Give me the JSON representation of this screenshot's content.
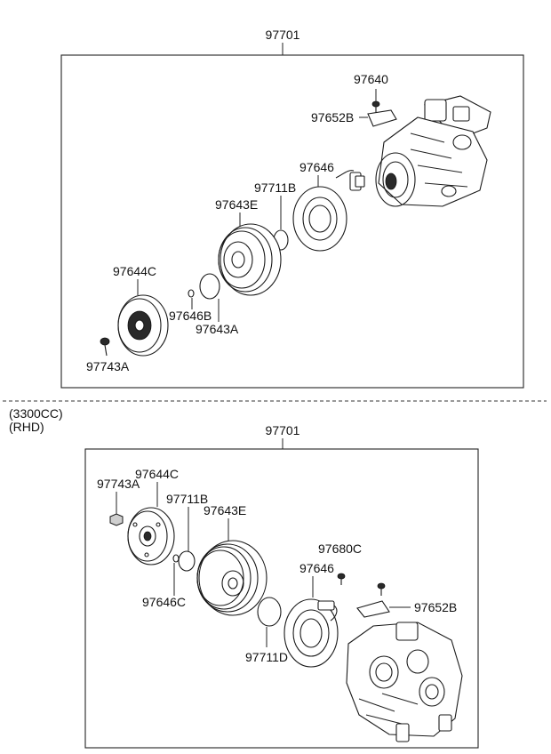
{
  "top_section": {
    "assembly": "97701",
    "labels": {
      "p97640": "97640",
      "p97652B": "97652B",
      "p97646": "97646",
      "p97711B": "97711B",
      "p97643E": "97643E",
      "p97644C": "97644C",
      "p97646B": "97646B",
      "p97643A": "97643A",
      "p97743A": "97743A"
    }
  },
  "bottom_section": {
    "variant_engine": "(3300CC)",
    "variant_drive": "(RHD)",
    "assembly": "97701",
    "labels": {
      "p97743A": "97743A",
      "p97644C": "97644C",
      "p97711B": "97711B",
      "p97643E": "97643E",
      "p97680C": "97680C",
      "p97646": "97646",
      "p97652B": "97652B",
      "p97646C": "97646C",
      "p97711D": "97711D"
    }
  }
}
